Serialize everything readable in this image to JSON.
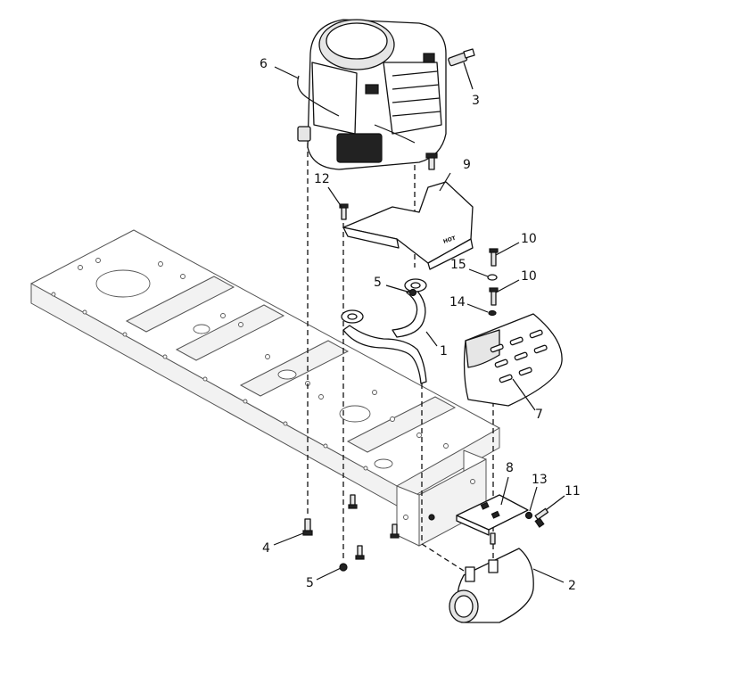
{
  "diagram": {
    "callouts": [
      {
        "id": "c1",
        "text": "1"
      },
      {
        "id": "c2",
        "text": "2"
      },
      {
        "id": "c3",
        "text": "3"
      },
      {
        "id": "c4",
        "text": "4"
      },
      {
        "id": "c5a",
        "text": "5"
      },
      {
        "id": "c5b",
        "text": "5"
      },
      {
        "id": "c6",
        "text": "6"
      },
      {
        "id": "c7",
        "text": "7"
      },
      {
        "id": "c8",
        "text": "8"
      },
      {
        "id": "c9",
        "text": "9"
      },
      {
        "id": "c10a",
        "text": "10"
      },
      {
        "id": "c10b",
        "text": "10"
      },
      {
        "id": "c11",
        "text": "11"
      },
      {
        "id": "c12",
        "text": "12"
      },
      {
        "id": "c13",
        "text": "13"
      },
      {
        "id": "c14",
        "text": "14"
      },
      {
        "id": "c15",
        "text": "15"
      }
    ],
    "shield_mark": "HOT"
  }
}
